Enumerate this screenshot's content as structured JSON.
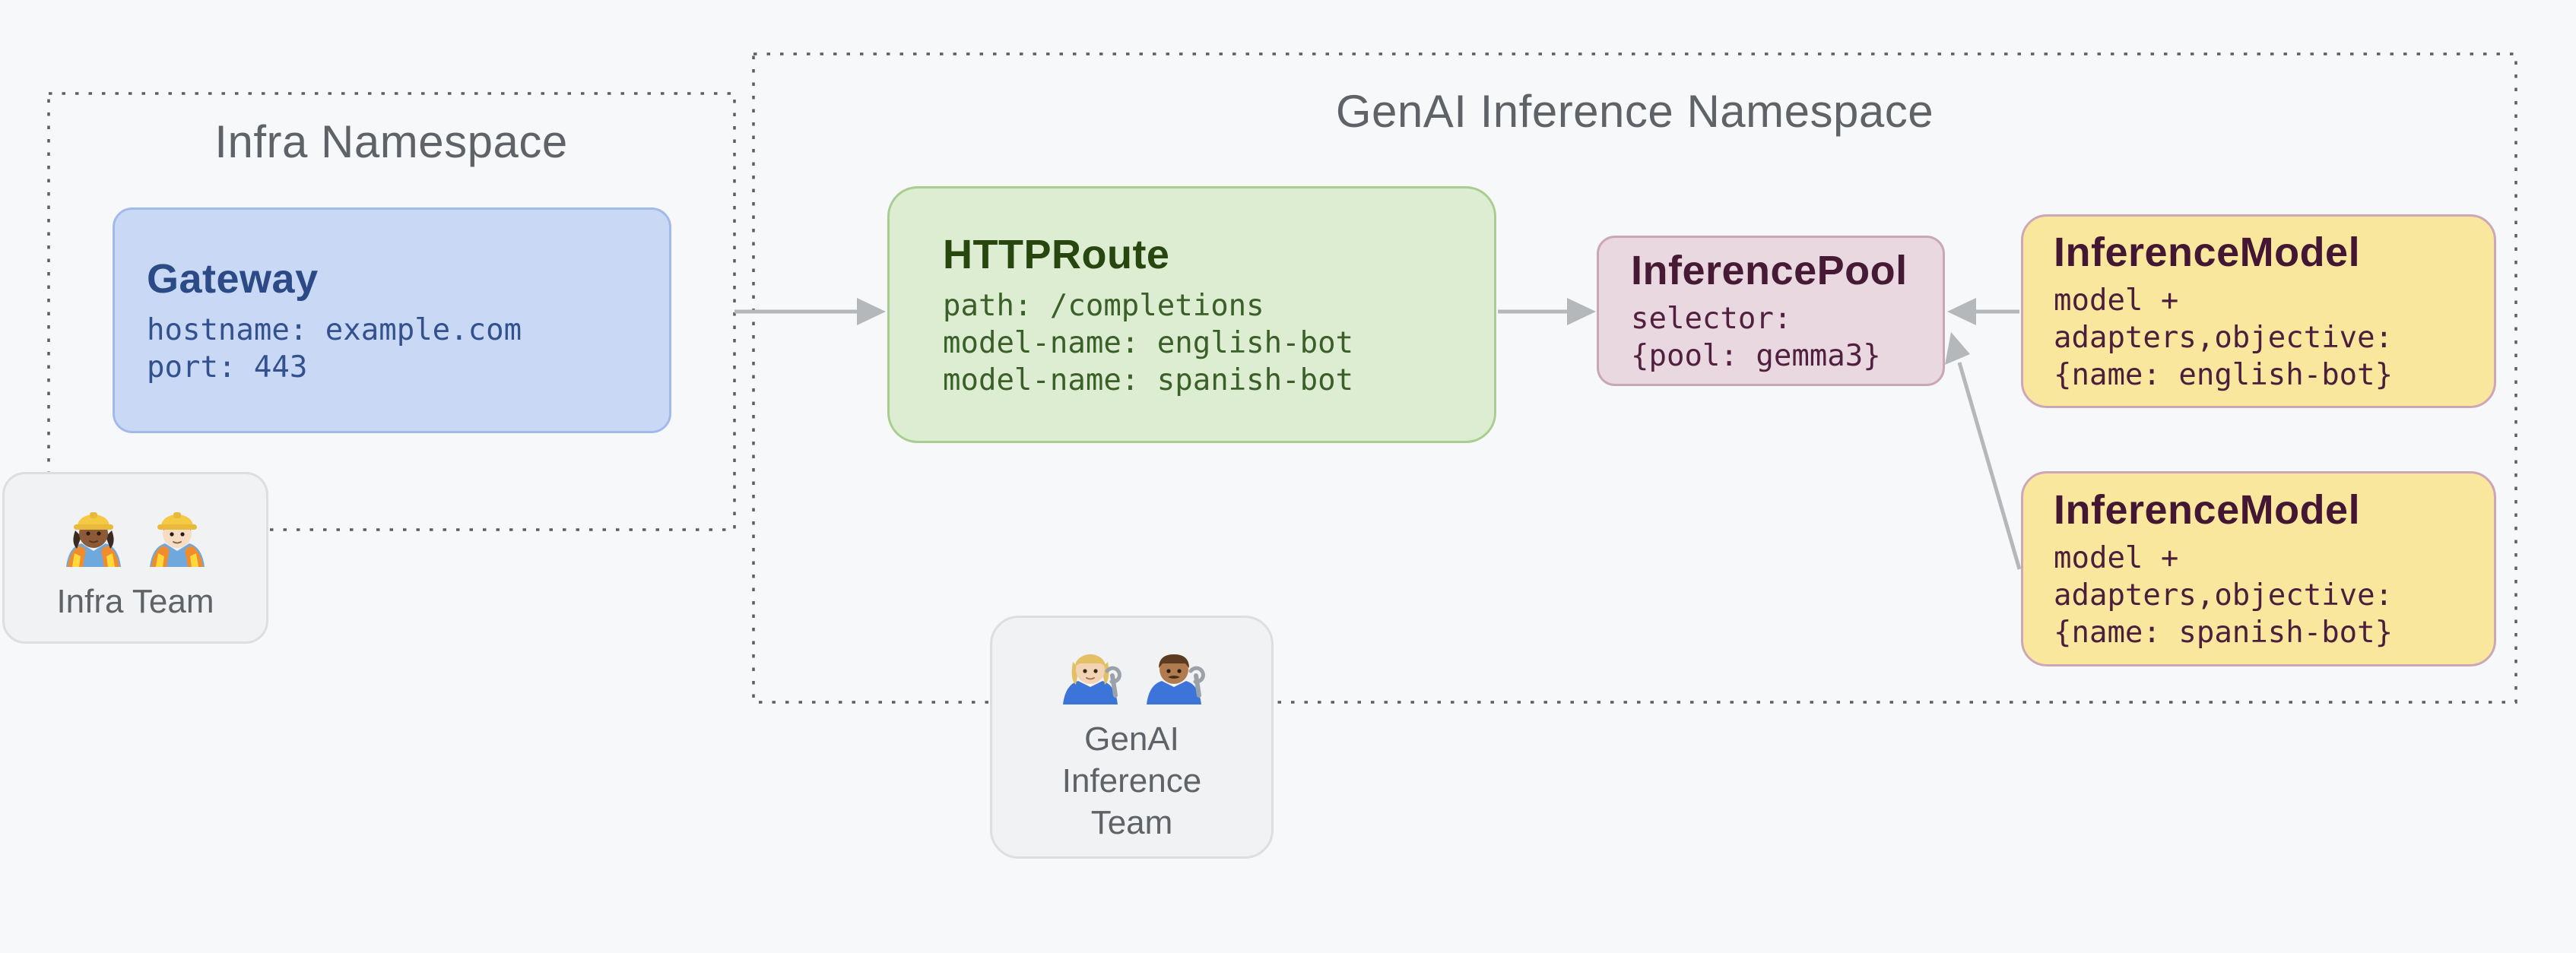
{
  "page": {
    "background": "#f7f8f9"
  },
  "namespaces": {
    "infra": {
      "title": "Infra Namespace"
    },
    "genai": {
      "title": "GenAI Inference Namespace"
    }
  },
  "nodes": {
    "gateway": {
      "title": "Gateway",
      "lines": [
        "hostname: example.com",
        "port: 443"
      ],
      "fill": "#c9d8f4",
      "border_color": "#a2b9ec",
      "text_color": "#2b4a86"
    },
    "httproute": {
      "title": "HTTPRoute",
      "lines": [
        "path: /completions",
        "model-name: english-bot",
        "model-name: spanish-bot"
      ],
      "fill": "#ddedd2",
      "border_color": "#a9cd90",
      "text_color": "#28470f"
    },
    "inference_pool": {
      "title": "InferencePool",
      "lines": [
        "selector:",
        "{pool: gemma3}"
      ],
      "fill": "#e9d8e0",
      "border_color": "#c9a7b7",
      "text_color": "#461a35"
    },
    "inference_model_english": {
      "title": "InferenceModel",
      "lines": [
        "model +",
        "adapters,objective:",
        "{name: english-bot}"
      ],
      "fill": "#fae79e",
      "border_color": "#cda7b8",
      "text_color": "#431733"
    },
    "inference_model_spanish": {
      "title": "InferenceModel",
      "lines": [
        "model +",
        "adapters,objective:",
        "{name: spanish-bot}"
      ],
      "fill": "#fae79e",
      "border_color": "#cda7b8",
      "text_color": "#431733"
    }
  },
  "teams": {
    "infra": {
      "label": "Infra Team",
      "emojis": [
        "woman-construction-worker",
        "man-construction-worker"
      ]
    },
    "genai": {
      "label": "GenAI Inference Team",
      "emojis": [
        "woman-mechanic",
        "man-mechanic"
      ]
    }
  },
  "colors": {
    "arrow": "#b5b8bb",
    "dotted_border": "#5b5e62",
    "namespace_title_text": "#5f6368",
    "team_text": "#5f6368"
  }
}
